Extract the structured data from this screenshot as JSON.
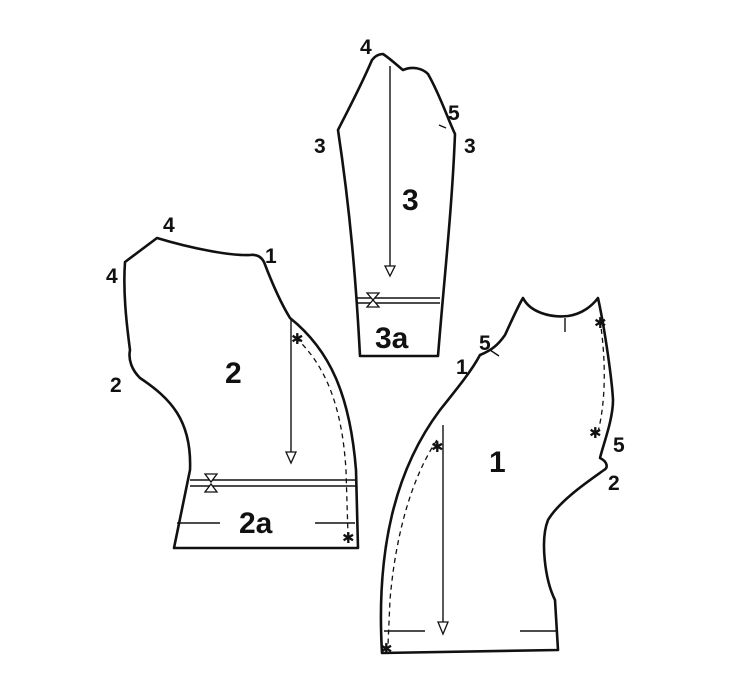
{
  "pieces": {
    "sleeve": {
      "number": "3",
      "cuff": "3a",
      "marks": [
        "4",
        "3",
        "3",
        "5"
      ]
    },
    "back": {
      "number": "2",
      "hem": "2a",
      "marks": [
        "4",
        "4",
        "1",
        "2"
      ]
    },
    "front": {
      "number": "1",
      "marks": [
        "1",
        "5",
        "5",
        "2"
      ]
    }
  },
  "symbols": {
    "star": "✱"
  }
}
